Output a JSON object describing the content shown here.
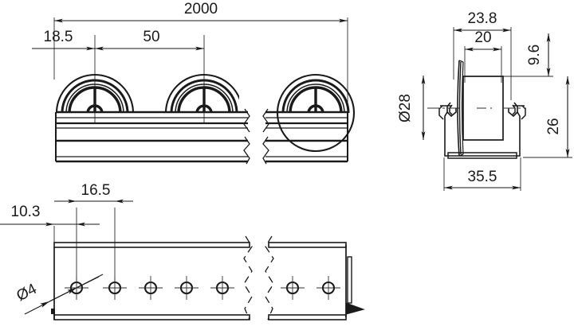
{
  "drawing": {
    "type": "engineering-drawing",
    "subject": "roller conveyor rail with wheels",
    "units": "mm",
    "views": [
      {
        "id": "front-view",
        "name": "front elevation",
        "position": "top-left"
      },
      {
        "id": "section-view",
        "name": "cross section",
        "position": "right"
      },
      {
        "id": "plan-view",
        "name": "plan view with mounting holes",
        "position": "bottom-left"
      }
    ]
  },
  "front_view": {
    "dimensions": {
      "overall_length": "2000",
      "first_wheel_offset": "18.5",
      "wheel_pitch": "50"
    },
    "wheel_count_visible": 3,
    "break_symbol": "double-break"
  },
  "section_view": {
    "dimensions": {
      "flange_width": "23.8",
      "hub_width": "20",
      "top_height": "9.6",
      "wheel_diameter": "Ø28",
      "rail_height": "26",
      "rail_width": "35.5"
    }
  },
  "plan_view": {
    "dimensions": {
      "edge_to_first_hole": "10.3",
      "hole_pitch": "16.5",
      "hole_diameter": "Ø4"
    },
    "holes_left_segment": 5,
    "holes_right_segment": 2,
    "break_symbol": "double-break"
  },
  "style": {
    "line_color": "#1a1a1a",
    "thin_line_color": "#2b2b2b",
    "background": "#ffffff",
    "text_color": "#1a1a1a"
  }
}
